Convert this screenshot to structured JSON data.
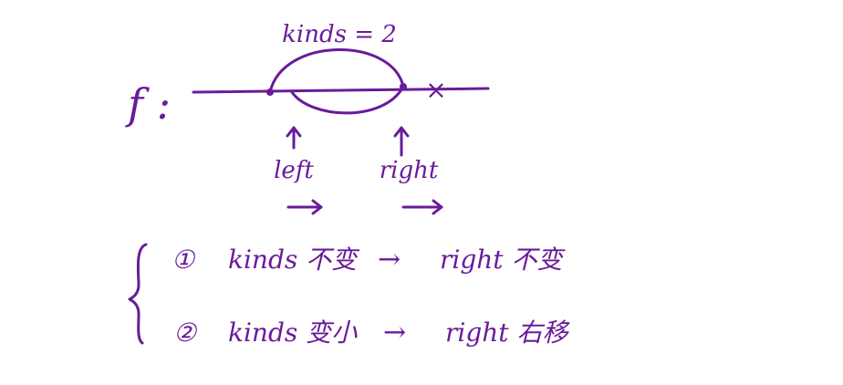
{
  "colors": {
    "ink": "#6a1b9a",
    "background": "#ffffff"
  },
  "diagram": {
    "top_label": "kinds = 2",
    "f_label": "f :",
    "left_label": "left",
    "right_label": "right",
    "cross_mark": "×",
    "cases": [
      {
        "number": "①",
        "condition": "kinds 不变",
        "arrow": "→",
        "result": "right 不变"
      },
      {
        "number": "②",
        "condition": "kinds 变小",
        "arrow": "→",
        "result": "right 右移"
      }
    ]
  }
}
